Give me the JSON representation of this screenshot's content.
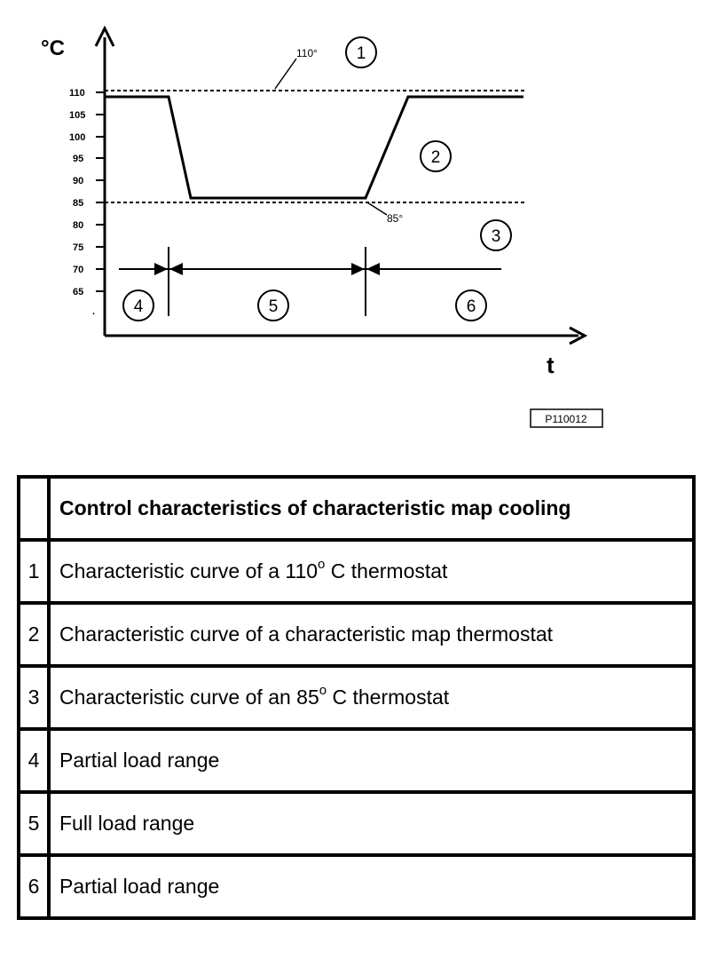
{
  "diagram": {
    "unit_label": "°C",
    "time_label": "t",
    "y_ticks": [
      "110",
      "105",
      "100",
      "95",
      "90",
      "85",
      "80",
      "75",
      "70",
      "65",
      "."
    ],
    "annotation_110": "110°",
    "annotation_85": "85°",
    "circled": [
      "1",
      "2",
      "3",
      "4",
      "5",
      "6"
    ],
    "figure_code": "P110012"
  },
  "legend": {
    "header": "Control characteristics of characteristic map cooling",
    "rows": [
      {
        "num": "1",
        "pre": "Characteristic curve of a 110",
        "deg": "o",
        "post": " C thermostat"
      },
      {
        "num": "2",
        "pre": "Characteristic curve of a characteristic map thermostat",
        "deg": "",
        "post": ""
      },
      {
        "num": "3",
        "pre": "Characteristic curve of an 85",
        "deg": "o",
        "post": " C thermostat"
      },
      {
        "num": "4",
        "pre": "Partial load range",
        "deg": "",
        "post": ""
      },
      {
        "num": "5",
        "pre": "Full load range",
        "deg": "",
        "post": ""
      },
      {
        "num": "6",
        "pre": "Partial load range",
        "deg": "",
        "post": ""
      }
    ]
  }
}
